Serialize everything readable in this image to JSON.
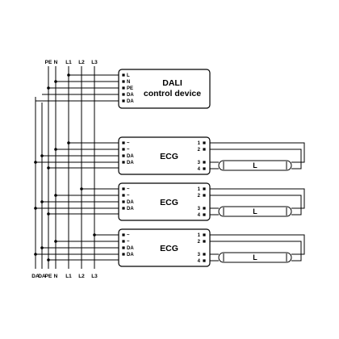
{
  "top_line_labels": [
    "PE",
    "N",
    "L1",
    "L2",
    "L3"
  ],
  "bottom_line_labels": [
    "DA",
    "DA",
    "PE",
    "N",
    "L1",
    "L2",
    "L3"
  ],
  "dali_device": {
    "title_line1": "DALI",
    "title_line2": "control device",
    "pins": [
      "L",
      "N",
      "PE",
      "DA",
      "DA"
    ]
  },
  "ecg_units": [
    {
      "name": "ECG",
      "input_pins": [
        "~",
        "~",
        "DA",
        "DA"
      ],
      "output_pins": [
        "1",
        "2",
        "3",
        "4"
      ],
      "lamp_label": "L"
    },
    {
      "name": "ECG",
      "input_pins": [
        "~",
        "~",
        "DA",
        "DA"
      ],
      "output_pins": [
        "1",
        "2",
        "3",
        "4"
      ],
      "lamp_label": "L"
    },
    {
      "name": "ECG",
      "input_pins": [
        "~",
        "~",
        "DA",
        "DA"
      ],
      "output_pins": [
        "1",
        "2",
        "3",
        "4"
      ],
      "lamp_label": "L"
    }
  ]
}
